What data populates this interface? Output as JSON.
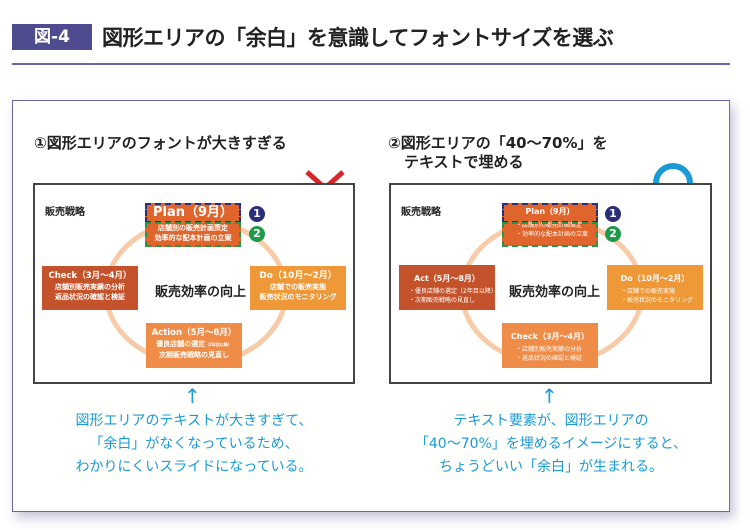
{
  "header": {
    "figure_label": "図-4",
    "title": "図形エリアの「余白」を意識してフォントサイズを選ぶ"
  },
  "left": {
    "heading": "①図形エリアのフォントが大きすぎる",
    "slide": {
      "label": "販売戦略",
      "center": "販売効率の向上",
      "plan": {
        "title": "Plan（9月）",
        "lines": [
          "店舗別の販売計画策定",
          "効率的な配本計画の立案"
        ]
      },
      "do": {
        "title": "Do（10月〜2月）",
        "lines": [
          "店舗での販売実施",
          "販売状況のモニタリング"
        ]
      },
      "action": {
        "title": "Action（5月〜8月）",
        "lines": [
          "優良店舗の選定",
          "（2年目以降）",
          "次期販売戦略の見直し"
        ]
      },
      "check": {
        "title": "Check（3月〜4月）",
        "lines": [
          "店舗別販売実績の分析",
          "返品状況の確認と検証"
        ]
      }
    },
    "caption": [
      "図形エリアのテキストが大きすぎて、",
      "「余白」がなくなっているため、",
      "わかりにくいスライドになっている。"
    ]
  },
  "right": {
    "heading": [
      "②図形エリアの「40〜70%」を",
      "テキストで埋める"
    ],
    "slide": {
      "label": "販売戦略",
      "center": "販売効率の向上",
      "plan": {
        "title": "Plan（9月）",
        "lines": [
          "・店舗別の販売計画策定",
          "・効率的な配本計画の立案"
        ]
      },
      "do": {
        "title": "Do（10月〜2月）",
        "lines": [
          "・店舗での販売実施",
          "・販売状況のモニタリング"
        ]
      },
      "act": {
        "title": "Act（5月〜8月）",
        "lines": [
          "・優良店舗の選定（2年目以降）",
          "・次期販売戦略の見直し"
        ]
      },
      "check": {
        "title": "Check（3月〜4月）",
        "lines": [
          "・店舗別販売実績の分析",
          "・返品状況の確認と検証"
        ]
      }
    },
    "caption": [
      "テキスト要素が、図形エリアの",
      "「40〜70%」を埋めるイメージにすると、",
      "ちょうどいい「余白」が生まれる。"
    ]
  },
  "badges": [
    "1",
    "2"
  ],
  "colors": {
    "plan": "#e0652c",
    "check_left": "#c4532c",
    "act_right": "#c4532c",
    "do": "#ee9838",
    "action": "#ef8c47",
    "blue_badge": "#2b2f7a",
    "green_badge": "#1e9a4a",
    "cross": "#d9262c",
    "circle": "#1b9ad6"
  }
}
